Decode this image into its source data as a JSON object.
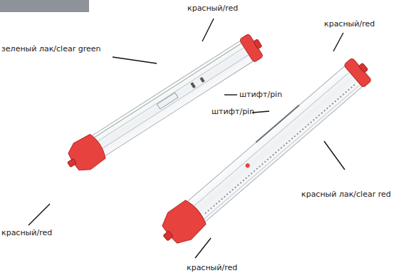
{
  "diagram": {
    "labels": [
      "красный/red",
      "красный/red",
      "зеленый лак/clear green",
      "штифт/pin",
      "штифт/pin",
      "красный лак/clear red",
      "красный/red",
      "красный/red"
    ]
  }
}
